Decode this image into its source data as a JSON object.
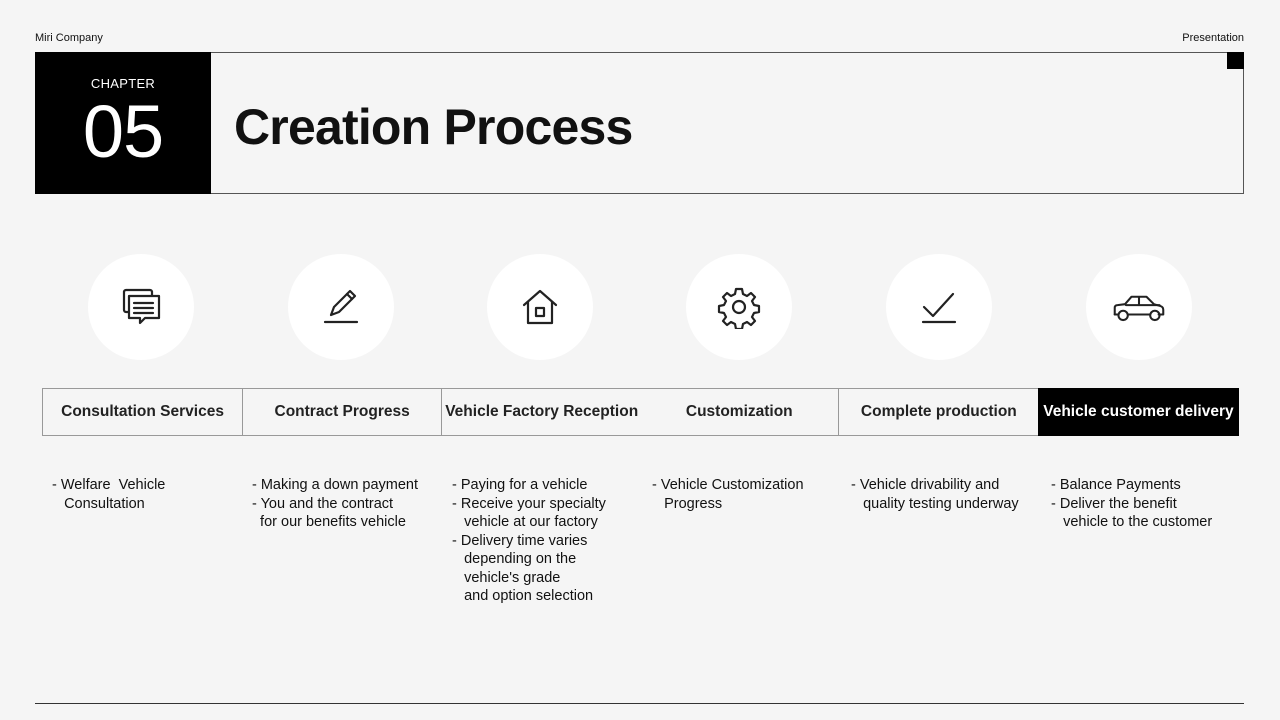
{
  "header": {
    "company": "Miri Company",
    "doc_type": "Presentation",
    "chapter_label": "CHAPTER",
    "chapter_number": "05",
    "title": "Creation Process"
  },
  "steps": [
    {
      "icon": "chat-icon",
      "label": "Consultation Services",
      "desc": [
        "- Welfare  Vehicle",
        "   Consultation"
      ]
    },
    {
      "icon": "pencil-icon",
      "label": "Contract Progress",
      "desc": [
        "- Making a down payment",
        "- You and the contract",
        "  for our benefits vehicle"
      ]
    },
    {
      "icon": "house-icon",
      "label": "Vehicle Factory Reception",
      "desc": [
        "- Paying for a vehicle",
        "- Receive your specialty",
        "   vehicle at our factory",
        "- Delivery time varies",
        "   depending on the",
        "   vehicle's grade",
        "   and option selection"
      ]
    },
    {
      "icon": "gear-icon",
      "label": "Customization",
      "desc": [
        "- Vehicle Customization",
        "   Progress"
      ]
    },
    {
      "icon": "checkmark-icon",
      "label": "Complete production",
      "desc": [
        "- Vehicle drivability and",
        "   quality testing underway"
      ]
    },
    {
      "icon": "car-icon",
      "label": "Vehicle customer delivery",
      "desc": [
        "- Balance Payments",
        "- Deliver the benefit",
        "   vehicle to the customer"
      ]
    }
  ],
  "colors": {
    "background": "#f5f5f5",
    "accent": "#000000",
    "circle": "#ffffff"
  }
}
